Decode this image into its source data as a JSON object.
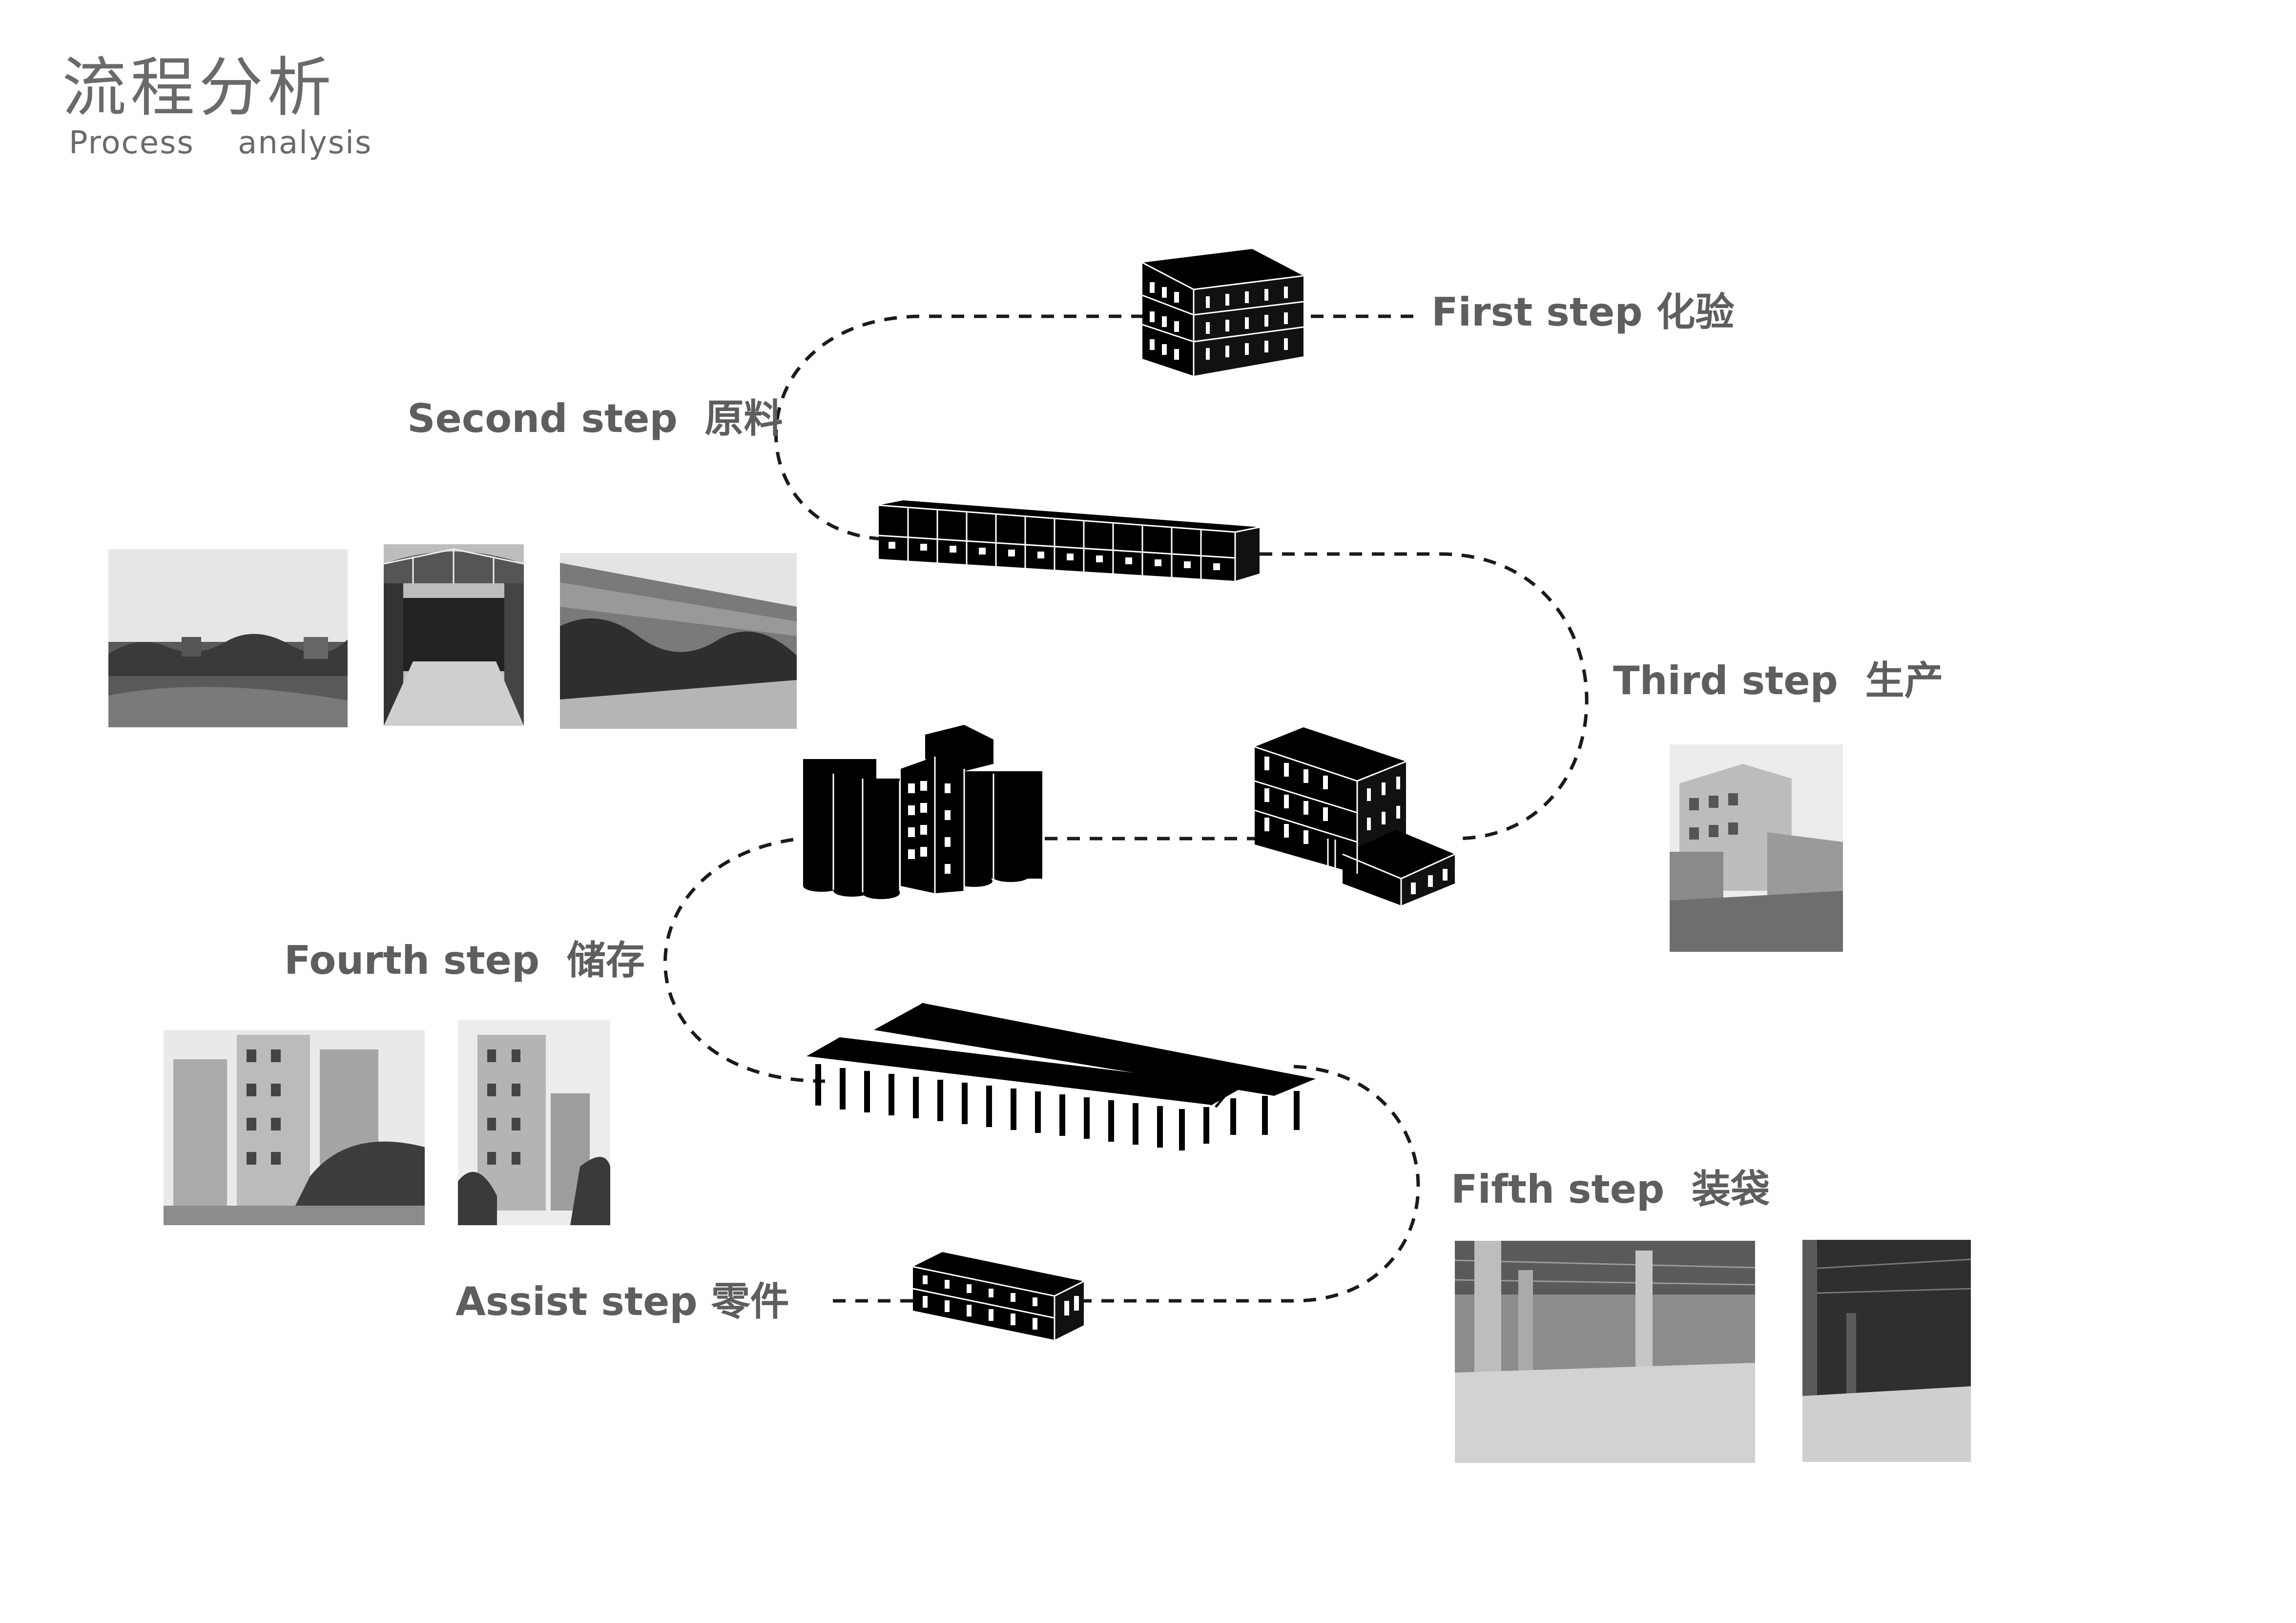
{
  "header": {
    "title": "流程分析",
    "subtitle": "Process    analysis"
  },
  "steps": {
    "first": "First step 化验",
    "second": "Second step  原料",
    "third": "Third step  生产",
    "fourth": "Fourth step  储存",
    "fifth": "Fifth step  装袋",
    "assist": "Assist step 零件"
  },
  "icons": {
    "first": "office-block-building-icon",
    "second": "long-warehouse-building-icon",
    "third": "production-plant-building-icon",
    "fourth": "silo-tower-building-icon",
    "fifth": "open-shed-building-icon",
    "assist": "small-workshop-building-icon"
  },
  "colors": {
    "text": "#5e5e5e",
    "building": "#000000",
    "path": "#1a1a1a"
  }
}
